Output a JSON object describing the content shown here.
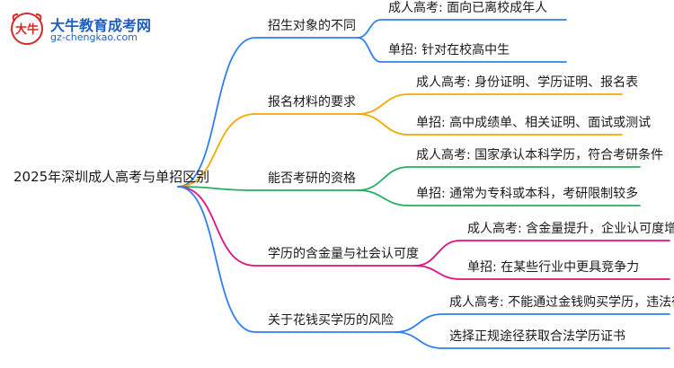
{
  "logo": {
    "title": "大牛教育成考网",
    "url": "gz-chengkao.com",
    "mark_text": "大牛"
  },
  "mindmap": {
    "root": "2025年深圳成人高考与单招区别",
    "branches": [
      {
        "label": "招生对象的不同",
        "color": "#2f80ed",
        "children": [
          "成人高考: 面向已离校成年人",
          "单招: 针对在校高中生"
        ]
      },
      {
        "label": "报名材料的要求",
        "color": "#f2a900",
        "children": [
          "成人高考: 身份证明、学历证明、报名表",
          "单招: 高中成绩单、相关证明、面试或测试"
        ]
      },
      {
        "label": "能否考研的资格",
        "color": "#27ae60",
        "children": [
          "成人高考: 国家承认本科学历，符合考研条件",
          "单招: 通常为专科或本科，考研限制较多"
        ]
      },
      {
        "label": "学历的含金量与社会认可度",
        "color": "#e0117f",
        "children": [
          "成人高考: 含金量提升，企业认可度增加",
          "单招: 在某些行业中更具竞争力"
        ]
      },
      {
        "label": "关于花钱买学历的风险",
        "color": "#2f80ed",
        "children": [
          "成人高考: 不能通过金钱购买学历，违法行为",
          "选择正规途径获取合法学历证书"
        ]
      }
    ]
  }
}
